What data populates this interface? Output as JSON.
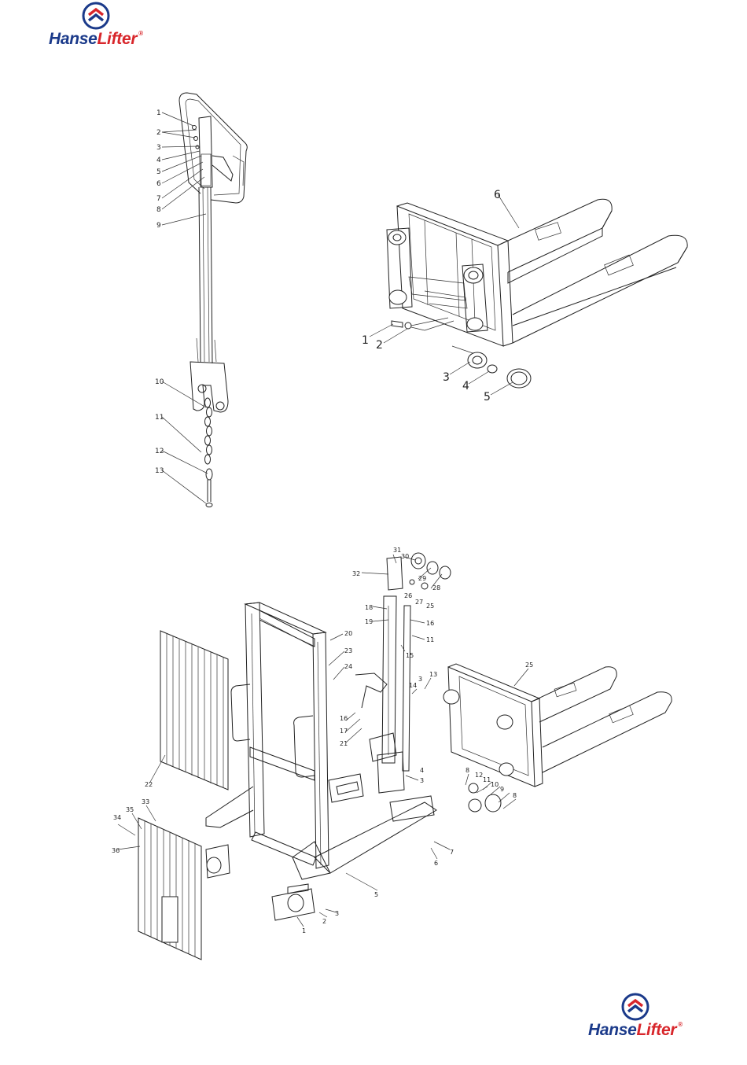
{
  "brand": {
    "name_part1": "Hanse",
    "name_part2": "Lifter",
    "registered": "®",
    "brand_blue": "#1b3a8a",
    "brand_red": "#d8262b",
    "icon": "hanselifter-chevron-logo"
  },
  "handle_assembly": {
    "labels": [
      "1",
      "2",
      "3",
      "4",
      "5",
      "6",
      "7",
      "8",
      "9",
      "10",
      "11",
      "12",
      "13"
    ]
  },
  "fork_assembly": {
    "labels": [
      "6",
      "1",
      "2",
      "3",
      "4",
      "5"
    ]
  },
  "stacker_assembly": {
    "labels": [
      "31",
      "30",
      "32",
      "29",
      "28",
      "26",
      "27",
      "25",
      "18",
      "19",
      "16",
      "11",
      "15",
      "20",
      "23",
      "24",
      "14",
      "3",
      "13",
      "25",
      "16",
      "17",
      "21",
      "22",
      "4",
      "3",
      "8",
      "12",
      "11",
      "10",
      "9",
      "8",
      "33",
      "34",
      "35",
      "36",
      "7",
      "6",
      "5",
      "1",
      "2",
      "3"
    ]
  }
}
